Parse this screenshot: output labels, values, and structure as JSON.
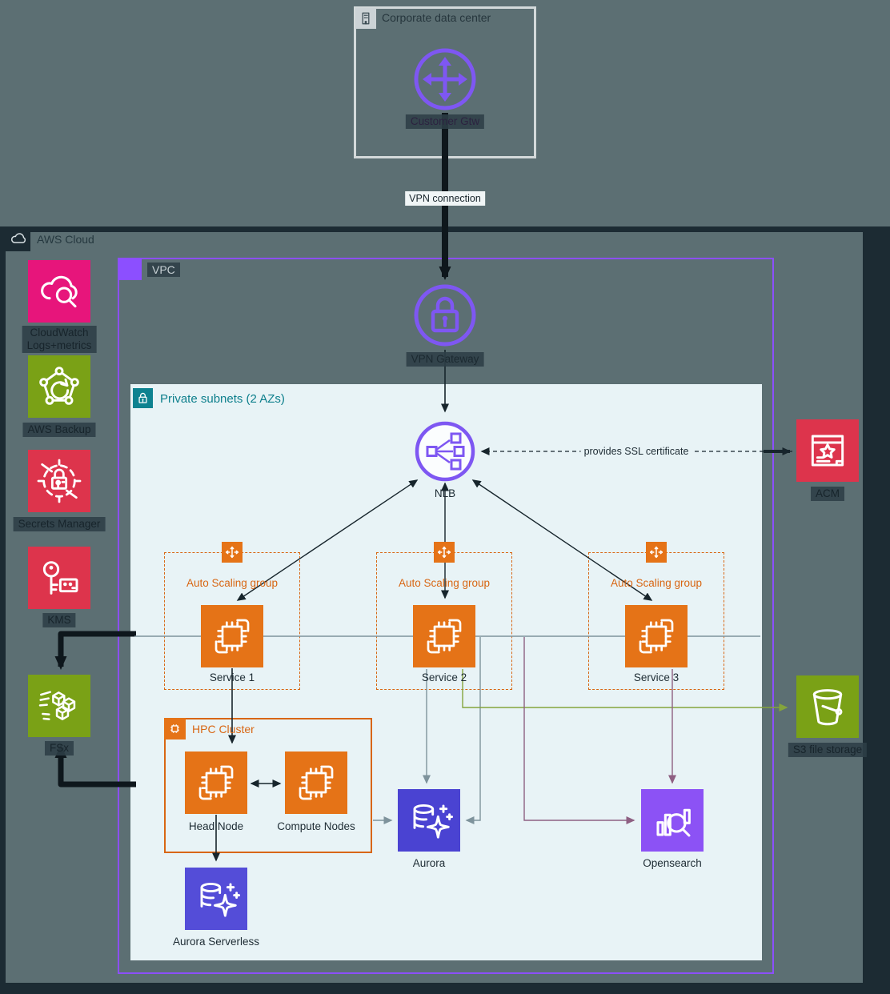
{
  "corporate": {
    "title": "Corporate data center",
    "gateway_label": "Customer Gtw"
  },
  "vpn": {
    "connection_label": "VPN connection",
    "gateway_label": "VPN Gateway"
  },
  "aws_cloud": {
    "label": "AWS Cloud"
  },
  "vpc": {
    "label": "VPC"
  },
  "private_subnets": {
    "label": "Private subnets (2 AZs)"
  },
  "nlb": {
    "label": "NLB"
  },
  "ssl_note": "provides SSL certificate",
  "auto_scaling_groups": [
    {
      "label": "Auto Scaling group",
      "service": "Service 1"
    },
    {
      "label": "Auto Scaling group",
      "service": "Service 2"
    },
    {
      "label": "Auto Scaling group",
      "service": "Service 3"
    }
  ],
  "hpc": {
    "label": "HPC Cluster",
    "head_node": "Head Node",
    "compute_nodes": "Compute Nodes"
  },
  "databases": {
    "aurora": "Aurora",
    "aurora_serverless": "Aurora Serverless",
    "opensearch": "Opensearch"
  },
  "left_services": [
    {
      "label": "CloudWatch",
      "label2": "Logs+metrics"
    },
    {
      "label": "AWS Backup"
    },
    {
      "label": "Secrets Manager"
    },
    {
      "label": "KMS"
    },
    {
      "label": "FSx"
    }
  ],
  "right_services": {
    "acm": "ACM",
    "s3": "S3 file storage"
  },
  "colors": {
    "background": "#5c6f73",
    "aws_dark": "#1c2b33",
    "vpc_purple": "#8c4fff",
    "subnet_fill": "#e8f3f6",
    "subnet_teal": "#0d7f8c",
    "orange": "#e57317",
    "orange_text": "#d86613",
    "pink": "#e7157b",
    "green": "#7aa116",
    "red": "#dd344c",
    "aurora_indigo": "#4a43d2",
    "opensearch_purple": "#8c52f5",
    "gateway_purple": "#7e57f2"
  }
}
